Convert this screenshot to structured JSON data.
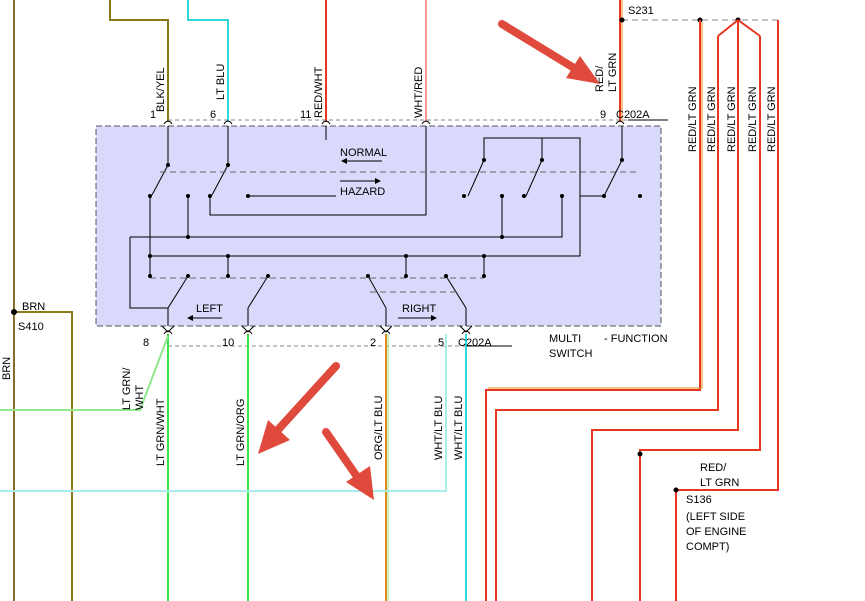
{
  "diagram": {
    "top_wires": {
      "blk_yel": "BLK/YEL",
      "lt_blu": "LT BLU",
      "red_wht": "RED/WHT",
      "wht_red": "WHT/RED",
      "red_lt_grn_line1": "RED/",
      "red_lt_grn_line2": "LT GRN"
    },
    "top_pins": {
      "p1": "1",
      "p6": "6",
      "p11": "11",
      "p9": "9",
      "connector": "C202A"
    },
    "splice_top": "S231",
    "switch": {
      "normal": "NORMAL",
      "hazard": "HAZARD",
      "left": "LEFT",
      "right": "RIGHT",
      "name_line1": "MULTI",
      "name_line2": "SWITCH",
      "name_suffix": "- FUNCTION"
    },
    "bottom_pins": {
      "p8": "8",
      "p10": "10",
      "p2": "2",
      "p5": "5",
      "connector": "C202A"
    },
    "bottom_wires": {
      "lt_grn_wht": "LT GRN/WHT",
      "lt_grn_wht_a1": "LT GRN/",
      "lt_grn_wht_a2": "WHT",
      "lt_grn_org": "LT GRN/ORG",
      "org_lt_blu": "ORG/LT BLU",
      "wht_lt_blu_a": "WHT/LT BLU",
      "wht_lt_blu_b": "WHT/LT BLU"
    },
    "right_wires": [
      "RED/LT GRN",
      "RED/LT GRN",
      "RED/LT GRN",
      "RED/LT GRN",
      "RED/LT GRN"
    ],
    "left_splice": {
      "brn": "BRN",
      "id": "S410",
      "brn_down": "BRN"
    },
    "splice_lower": {
      "wire_line1": "RED/",
      "wire_line2": "LT GRN",
      "id": "S136",
      "note_line1": "(LEFT SIDE",
      "note_line2": "OF ENGINE",
      "note_line3": "COMPT)"
    },
    "colors": {
      "switch_fill": "#d9d9fb",
      "red": "#e8371e",
      "orange": "#e8881a",
      "green": "#3ee24a",
      "light_green": "#8fe98c",
      "cyan": "#30dada",
      "light_cyan": "#a8ecec",
      "olive": "#8a7a1a",
      "brown": "#8b6b2a",
      "arrow": "#e04a3c"
    }
  }
}
